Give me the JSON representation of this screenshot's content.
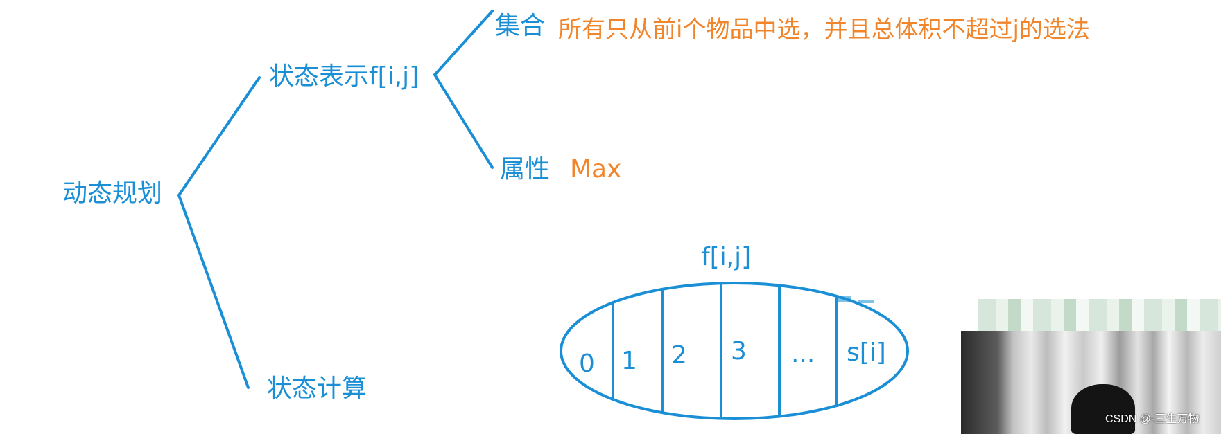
{
  "colors": {
    "accent_blue": "#1a8fd6",
    "accent_orange": "#f0852b",
    "background": "#ffffff"
  },
  "tree": {
    "root": "动态规划",
    "state_representation": "状态表示f[i,j]",
    "state_computation": "状态计算",
    "set_label": "集合",
    "set_description": "所有只从前i个物品中选，并且总体积不超过j的选法",
    "attribute_label": "属性",
    "attribute_value": "Max"
  },
  "partition": {
    "title": "f[i,j]",
    "cells": [
      "0",
      "1",
      "2",
      "3",
      "...",
      "s[i]"
    ]
  },
  "overlay": {
    "watermark": "CSDN @-三生万物"
  }
}
